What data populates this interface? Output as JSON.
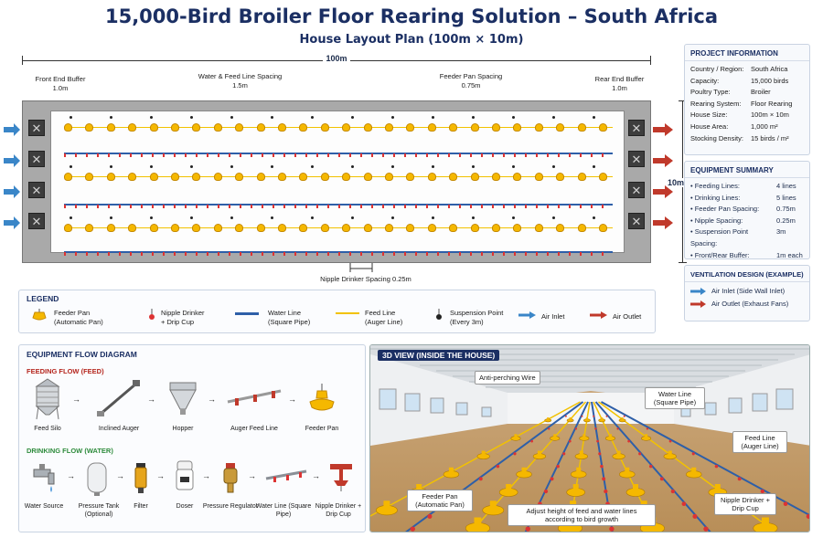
{
  "header": {
    "title": "15,000-Bird Broiler Floor Rearing Solution – South Africa",
    "subtitle": "House Layout Plan (100m × 10m)"
  },
  "layout": {
    "length_label": "100m",
    "width_label": "10m",
    "front_buffer_label": "Front End Buffer",
    "front_buffer_value": "1.0m",
    "rear_buffer_label": "Rear End Buffer",
    "rear_buffer_value": "1.0m",
    "water_feed_spacing_label": "Water & Feed Line Spacing",
    "water_feed_spacing_value": "1.5m",
    "feeder_pan_spacing_label": "Feeder Pan Spacing",
    "feeder_pan_spacing_value": "0.75m",
    "nipple_spacing_label": "Nipple Drinker Spacing 0.25m",
    "colors": {
      "feed_line": "#f2c200",
      "water_line": "#2e5fa8",
      "air_inlet": "#3a86c8",
      "air_outlet": "#c0392b"
    }
  },
  "project_info": {
    "title": "PROJECT INFORMATION",
    "rows": [
      {
        "k": "Country / Region:",
        "v": "South Africa"
      },
      {
        "k": "Capacity:",
        "v": "15,000 birds"
      },
      {
        "k": "Poultry Type:",
        "v": "Broiler"
      },
      {
        "k": "Rearing System:",
        "v": "Floor Rearing"
      },
      {
        "k": "House Size:",
        "v": "100m × 10m"
      },
      {
        "k": "House Area:",
        "v": "1,000 m²"
      },
      {
        "k": "Stocking Density:",
        "v": "15 birds / m²"
      }
    ]
  },
  "equipment_summary": {
    "title": "EQUIPMENT SUMMARY",
    "rows": [
      {
        "k": "• Feeding Lines:",
        "v": "4 lines"
      },
      {
        "k": "• Drinking Lines:",
        "v": "5 lines"
      },
      {
        "k": "• Feeder Pan Spacing:",
        "v": "0.75m"
      },
      {
        "k": "• Nipple Spacing:",
        "v": "0.25m"
      },
      {
        "k": "• Suspension Point Spacing:",
        "v": "3m"
      },
      {
        "k": "• Front/Rear Buffer:",
        "v": "1m each"
      }
    ]
  },
  "ventilation": {
    "title": "VENTILATION DESIGN (EXAMPLE)",
    "inlet": "Air Inlet (Side Wall Inlet)",
    "outlet": "Air Outlet (Exhaust Fans)"
  },
  "legend": {
    "title": "LEGEND",
    "items": [
      {
        "line1": "Feeder Pan",
        "line2": "(Automatic Pan)",
        "icon": "feeder-pan-icon"
      },
      {
        "line1": "Nipple Drinker",
        "line2": "+ Drip Cup",
        "icon": "nipple-drinker-icon"
      },
      {
        "line1": "Water Line",
        "line2": "(Square Pipe)",
        "icon": "water-line-icon"
      },
      {
        "line1": "Feed Line",
        "line2": "(Auger Line)",
        "icon": "feed-line-icon"
      },
      {
        "line1": "Suspension Point",
        "line2": "(Every 3m)",
        "icon": "suspension-point-icon"
      },
      {
        "line1": "Air Inlet",
        "line2": "",
        "icon": "air-inlet-arrow-icon"
      },
      {
        "line1": "Air Outlet",
        "line2": "",
        "icon": "air-outlet-arrow-icon"
      }
    ]
  },
  "flow": {
    "title": "EQUIPMENT FLOW DIAGRAM",
    "feeding_title": "FEEDING FLOW (FEED)",
    "drinking_title": "DRINKING FLOW (WATER)",
    "feeding": [
      {
        "label": "Feed Silo",
        "icon": "feed-silo-icon"
      },
      {
        "label": "Inclined Auger",
        "icon": "inclined-auger-icon"
      },
      {
        "label": "Hopper",
        "icon": "hopper-icon"
      },
      {
        "label": "Auger Feed Line",
        "icon": "auger-feed-line-icon"
      },
      {
        "label": "Feeder Pan",
        "icon": "feeder-pan-icon"
      }
    ],
    "drinking": [
      {
        "label": "Water Source",
        "icon": "water-tap-icon"
      },
      {
        "label": "Pressure Tank (Optional)",
        "icon": "pressure-tank-icon"
      },
      {
        "label": "Filter",
        "icon": "filter-icon"
      },
      {
        "label": "Doser",
        "icon": "doser-icon"
      },
      {
        "label": "Pressure Regulator",
        "icon": "pressure-regulator-icon"
      },
      {
        "label": "Water Line (Square Pipe)",
        "icon": "water-line-icon"
      },
      {
        "label": "Nipple Drinker + Drip Cup",
        "icon": "nipple-drinker-icon"
      }
    ]
  },
  "view3d": {
    "title": "3D VIEW (INSIDE THE HOUSE)",
    "callouts": {
      "anti_perching": "Anti-perching Wire",
      "water_line": "Water Line (Square Pipe)",
      "feed_line": "Feed Line (Auger Line)",
      "feeder_pan": "Feeder Pan (Automatic Pan)",
      "adjust": "Adjust height of feed and water lines according to bird growth",
      "nipple": "Nipple Drinker + Drip Cup"
    }
  }
}
